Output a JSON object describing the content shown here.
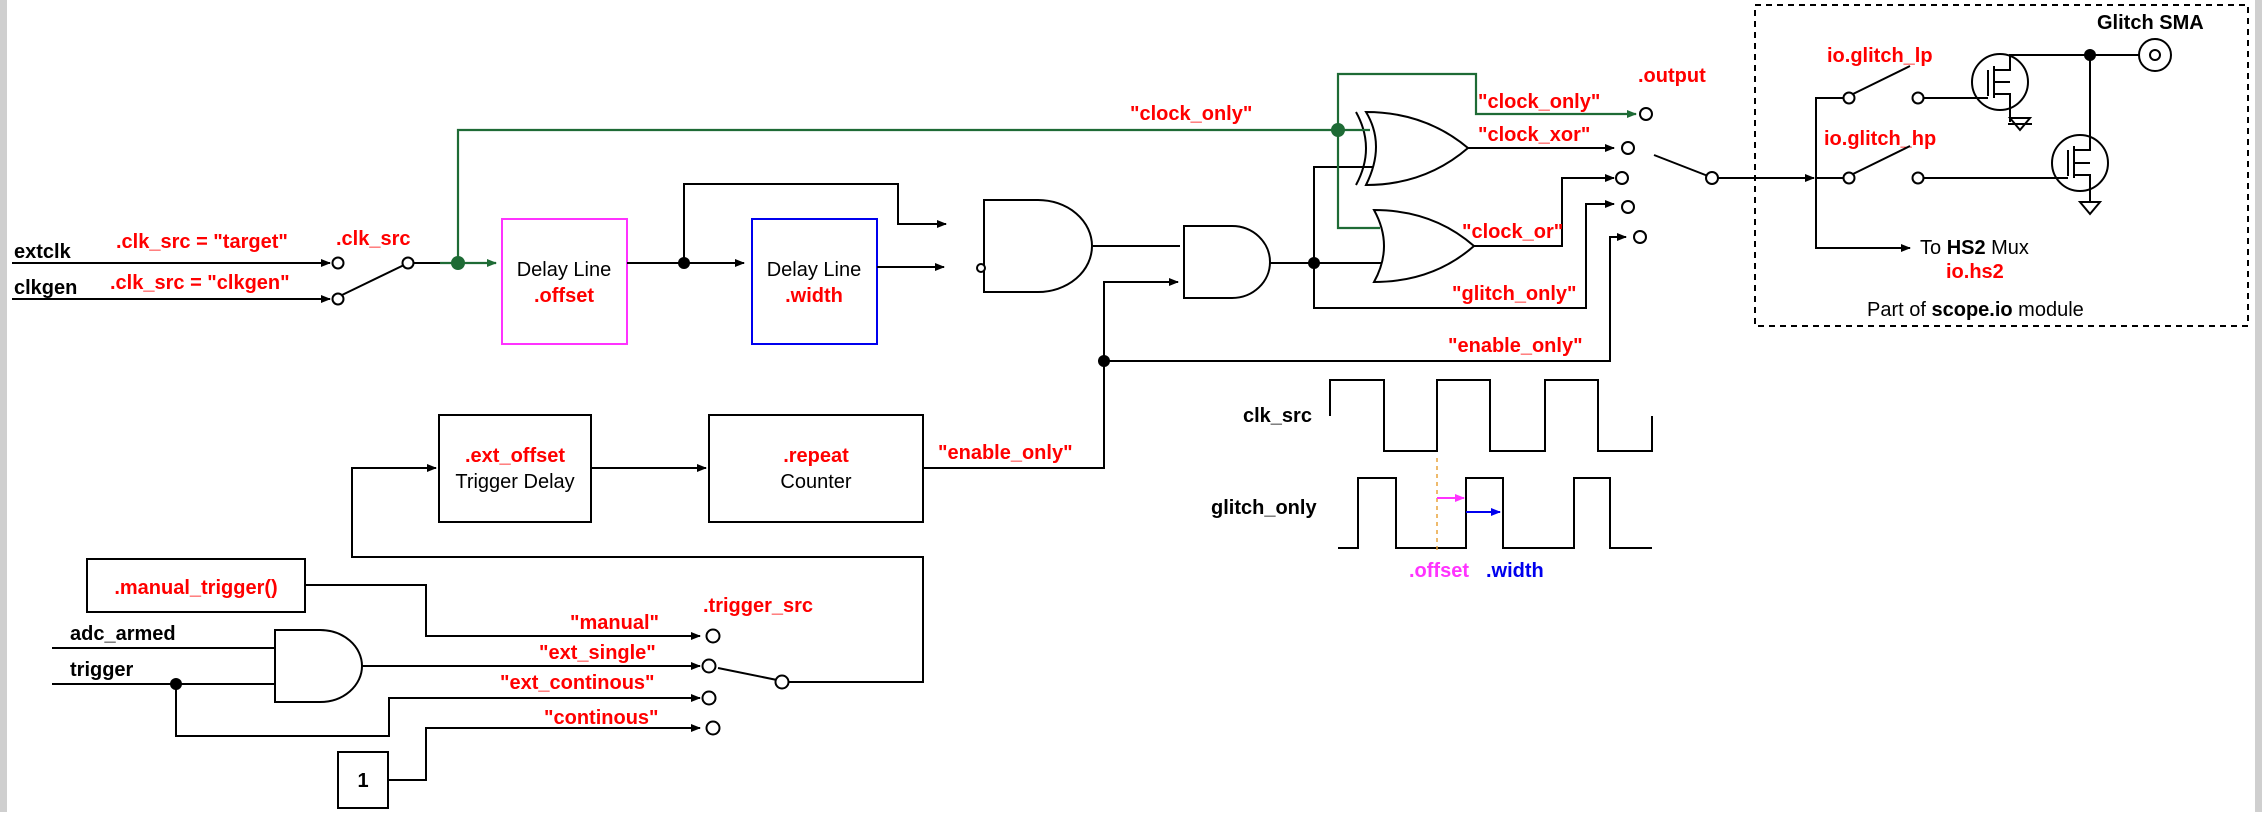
{
  "labels": {
    "extclk": "extclk",
    "clkgen": "clkgen",
    "clk_src_target": ".clk_src = \"target\"",
    "clk_src_clkgen": ".clk_src = \"clkgen\"",
    "clk_src": ".clk_src",
    "clock_only_green": "\"clock_only\"",
    "delay_line_1": "Delay Line",
    "offset": ".offset",
    "delay_line_2": "Delay Line",
    "width": ".width",
    "clock_only_out": "\"clock_only\"",
    "clock_xor": "\"clock_xor\"",
    "clock_or": "\"clock_or\"",
    "glitch_only": "\"glitch_only\"",
    "enable_only_out": "\"enable_only\"",
    "output": ".output",
    "enable_only_counter": "\"enable_only\"",
    "ext_offset": ".ext_offset",
    "trigger_delay": "Trigger Delay",
    "repeat": ".repeat",
    "counter": "Counter",
    "manual_trigger": ".manual_trigger()",
    "adc_armed": "adc_armed",
    "trigger": "trigger",
    "manual": "\"manual\"",
    "ext_single": "\"ext_single\"",
    "ext_continous": "\"ext_continous\"",
    "continous": "\"continous\"",
    "trigger_src": ".trigger_src",
    "one": "1",
    "clk_src_wave": "clk_src",
    "glitch_only_wave": "glitch_only",
    "offset_wave": ".offset",
    "width_wave": ".width",
    "glitch_sma": "Glitch SMA",
    "io_glitch_lp": "io.glitch_lp",
    "io_glitch_hp": "io.glitch_hp",
    "to": "To ",
    "hs2": "HS2",
    "mux": " Mux",
    "io_hs2": "io.hs2",
    "part_of": "Part of ",
    "scope_io": "scope.io",
    "module": " module"
  },
  "colors": {
    "red": "#ff0000",
    "green_wire": "#1e6b35",
    "magenta": "#ff33ff",
    "blue": "#0000ee",
    "black": "#000000"
  }
}
